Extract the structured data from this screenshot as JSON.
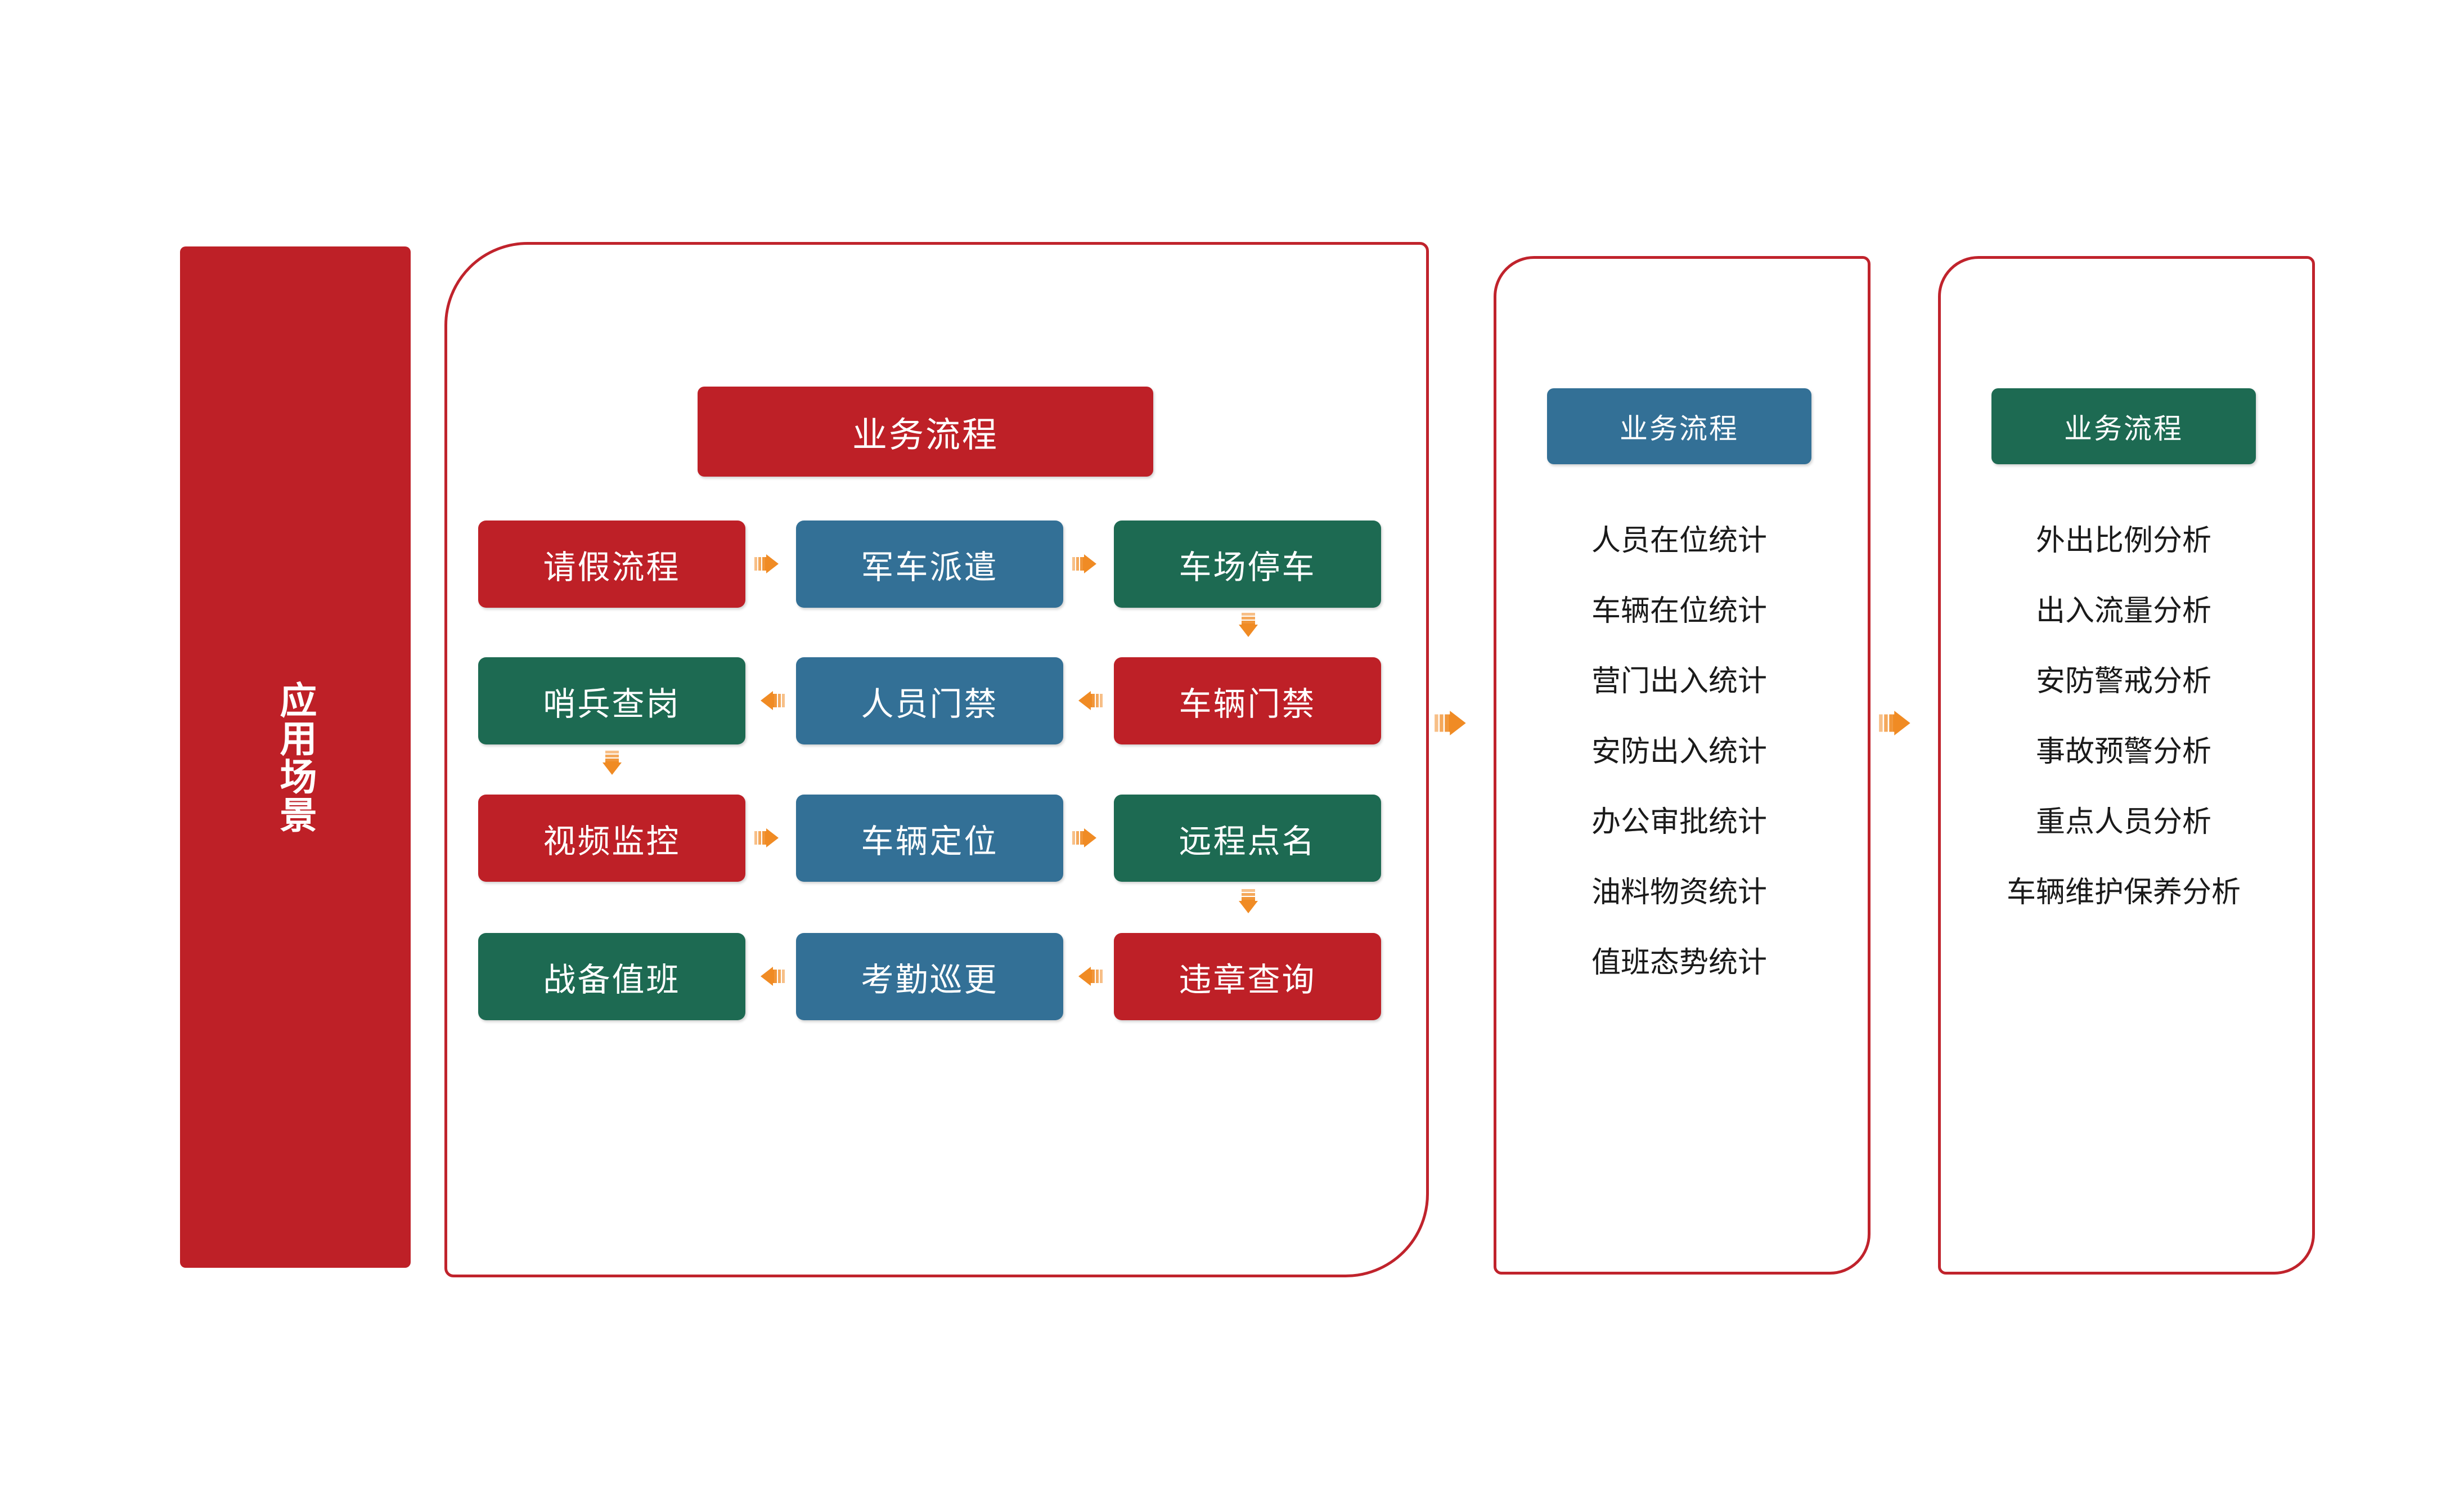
{
  "scenario": {
    "label": "应用场景",
    "color": "#BE2027"
  },
  "flow_panel": {
    "header": {
      "label": "业务流程",
      "color": "#BE2027"
    },
    "rows": [
      {
        "direction": "right",
        "nodes": [
          {
            "label": "请假流程",
            "color": "#BE2027"
          },
          {
            "label": "军车派遣",
            "color": "#337096"
          },
          {
            "label": "车场停车",
            "color": "#1D6A52"
          }
        ]
      },
      {
        "direction": "left",
        "nodes": [
          {
            "label": "哨兵查岗",
            "color": "#1D6A52"
          },
          {
            "label": "人员门禁",
            "color": "#337096"
          },
          {
            "label": "车辆门禁",
            "color": "#BE2027"
          }
        ]
      },
      {
        "direction": "right",
        "nodes": [
          {
            "label": "视频监控",
            "color": "#BE2027"
          },
          {
            "label": "车辆定位",
            "color": "#337096"
          },
          {
            "label": "远程点名",
            "color": "#1D6A52"
          }
        ]
      },
      {
        "direction": "left",
        "nodes": [
          {
            "label": "战备值班",
            "color": "#1D6A52"
          },
          {
            "label": "考勤巡更",
            "color": "#337096"
          },
          {
            "label": "违章查询",
            "color": "#BE2027"
          }
        ]
      }
    ]
  },
  "stats_panel": {
    "header": {
      "label": "业务流程",
      "color": "#337096"
    },
    "items": [
      "人员在位统计",
      "车辆在位统计",
      "营门出入统计",
      "安防出入统计",
      "办公审批统计",
      "油料物资统计",
      "值班态势统计"
    ]
  },
  "analysis_panel": {
    "header": {
      "label": "业务流程",
      "color": "#1D6A52"
    },
    "items": [
      "外出比例分析",
      "出入流量分析",
      "安防警戒分析",
      "事故预警分析",
      "重点人员分析",
      "车辆维护保养分析"
    ]
  },
  "arrow_color": "#F08B24"
}
